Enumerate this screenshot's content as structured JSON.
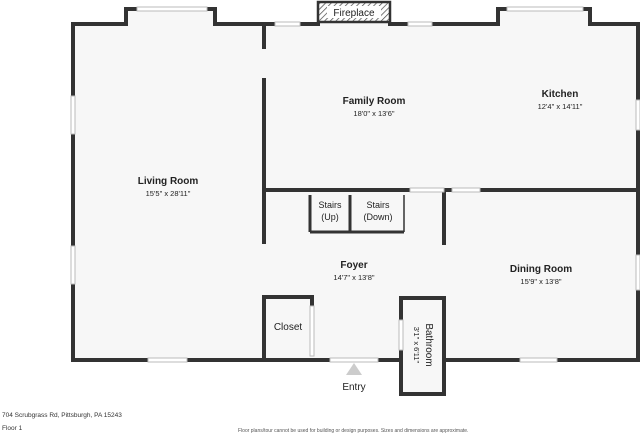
{
  "plan": {
    "rooms": [
      {
        "name": "Living Room",
        "dims": "15'5\" x 28'11\""
      },
      {
        "name": "Family Room",
        "dims": "18'0\" x 13'6\""
      },
      {
        "name": "Kitchen",
        "dims": "12'4\" x 14'11\""
      },
      {
        "name": "Foyer",
        "dims": "14'7\" x 13'8\""
      },
      {
        "name": "Dining Room",
        "dims": "15'9\" x 13'8\""
      },
      {
        "name": "Closet"
      },
      {
        "name": "Bathroom",
        "dims": "3'1\" x 6'11\""
      }
    ],
    "stairs_up": {
      "line1": "Stairs",
      "line2": "(Up)"
    },
    "stairs_down": {
      "line1": "Stairs",
      "line2": "(Down)"
    },
    "fireplace": "Fireplace",
    "entry": "Entry"
  },
  "footer": {
    "address": "704 Scrubgrass Rd, Pittsburgh, PA 15243",
    "floor": "Floor 1",
    "disclaimer": "Floor plans/tour cannot be used for building or design purposes. Sizes and dimensions are approximate."
  },
  "colors": {
    "wall": "#333333",
    "floor": "#f7f7f7",
    "window": "#bbbbbb"
  }
}
